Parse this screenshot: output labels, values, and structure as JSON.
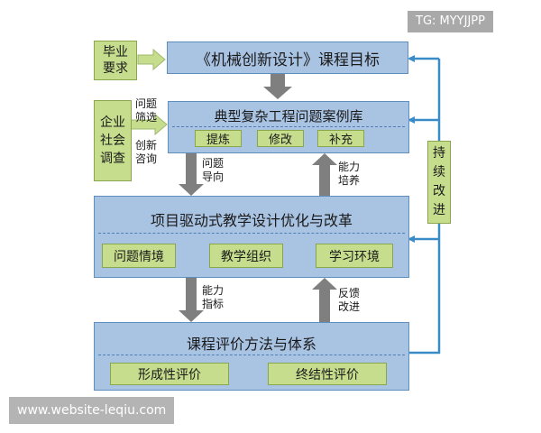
{
  "labels": {
    "course_goal": "《机械创新设计》课程目标",
    "case_library": "典型复杂工程问题案例库",
    "case_sub": [
      "提炼",
      "修改",
      "补充"
    ],
    "project_teaching": "项目驱动式教学设计优化与改革",
    "project_sub": [
      "问题情境",
      "教学组织",
      "学习环境"
    ],
    "evaluation": "课程评价方法与体系",
    "evaluation_sub": [
      "形成性评价",
      "终结性评价"
    ],
    "graduation_req": [
      "毕业",
      "要求"
    ],
    "enterprise_survey": [
      "企业",
      "社会",
      "调查"
    ],
    "filter_text": [
      "问题",
      "筛选"
    ],
    "innovate_text": [
      "创新",
      "咨询"
    ],
    "problem_guide": [
      "问题",
      "导向"
    ],
    "ability_cultivate": [
      "能力",
      "培养"
    ],
    "ability_indicator": [
      "能力",
      "指标"
    ],
    "feedback_improve": [
      "反馈",
      "改进"
    ],
    "continuous_improve": "持续改进"
  },
  "watermarks": {
    "top_right": "TG: MYYJJPP",
    "bottom_left": "www.website-leqiu.com"
  },
  "colors": {
    "box_blue": "#a9c3e3",
    "box_green": "#c6dd8e",
    "arrow_gray": "#7f7f7f",
    "arrow_green": "#c6dd8e",
    "feedback_blue": "#3a8cc8"
  }
}
